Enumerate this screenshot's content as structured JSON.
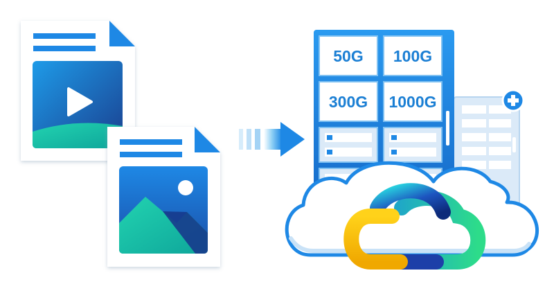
{
  "storage_tiers": [
    "50G",
    "100G",
    "300G",
    "1000G"
  ],
  "icons": {
    "video_file": "video-file-icon",
    "image_file": "image-file-icon",
    "arrow": "arrow-right-icon",
    "server": "server-rack-icon",
    "add": "plus-icon",
    "cloud": "cloud-icon"
  },
  "colors": {
    "primary_blue": "#1b7fd4",
    "teal": "#1fc4a8",
    "yellow": "#f5c20a",
    "navy": "#173a8c",
    "light_blue": "#dbeaf8"
  }
}
